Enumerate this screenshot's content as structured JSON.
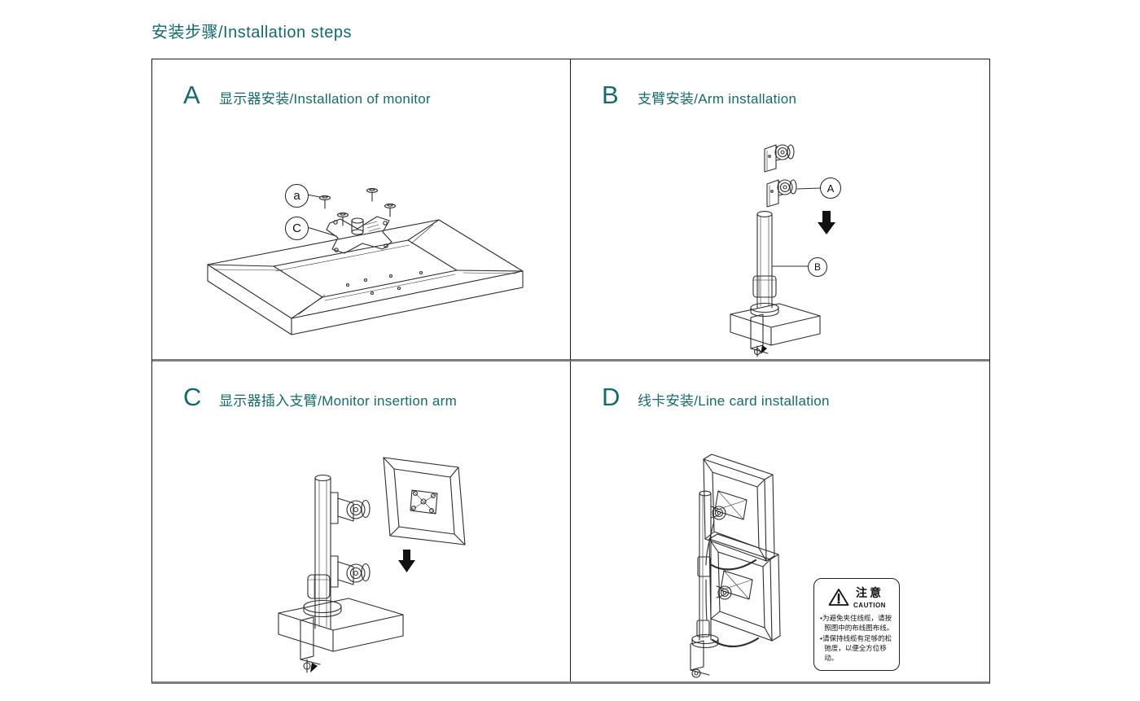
{
  "page": {
    "title": "安装步骤/Installation steps"
  },
  "colors": {
    "accent": "#17696c",
    "line_art": "#2d2d2d",
    "divider_gray": "#7d7d7d"
  },
  "panels": {
    "a": {
      "letter": "A",
      "title": "显示器安装/Installation of monitor",
      "callouts": {
        "screw": "a",
        "plate": "C"
      }
    },
    "b": {
      "letter": "B",
      "title": "支臂安装/Arm installation",
      "callouts": {
        "arm": "A",
        "pole": "B"
      }
    },
    "c": {
      "letter": "C",
      "title": "显示器插入支臂/Monitor insertion arm"
    },
    "d": {
      "letter": "D",
      "title": "线卡安装/Line card installation",
      "caution": {
        "title": "注意",
        "label": "CAUTION",
        "line1": "•为避免夹住线缆，请按照图中的布线图布线。",
        "line2": "•请保持线缆有足够的松弛度，以便全方位移动。"
      }
    }
  }
}
